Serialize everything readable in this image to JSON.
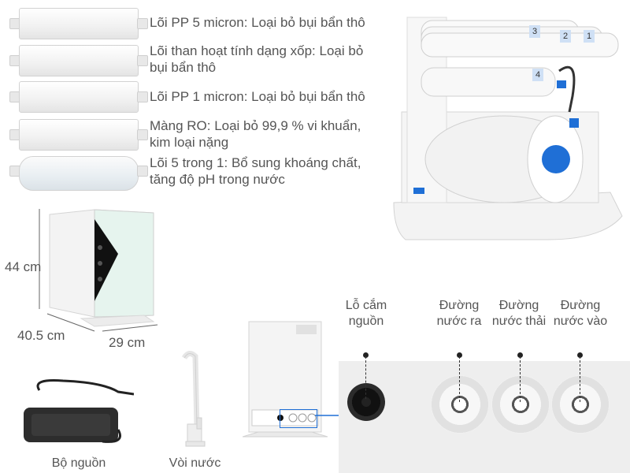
{
  "filters": [
    {
      "label": "Lõi PP 5 micron: Loại bỏ bụi bẩn thô"
    },
    {
      "label": "Lõi than hoạt tính dạng xốp: Loại bỏ bụi bẩn thô"
    },
    {
      "label": "Lõi PP 1 micron: Loại bỏ bụi bẩn thô"
    },
    {
      "label": "Màng RO: Loại bỏ 99,9 % vi khuẩn, kim loại nặng"
    },
    {
      "label": "Lõi 5 trong 1: Bổ sung khoáng chất, tăng độ pH trong nước"
    }
  ],
  "dimensions": {
    "height": "44 cm",
    "depth": "40.5 cm",
    "width": "29 cm"
  },
  "accessories": {
    "power_supply": "Bộ nguồn",
    "faucet": "Vòi nước"
  },
  "ports": {
    "power_socket": "Lỗ cắm nguồn",
    "water_out": "Đường nước ra",
    "waste_water": "Đường nước thải",
    "water_in": "Đường nước vào"
  },
  "cartridge_numbers": [
    "3",
    "2",
    "1",
    "4"
  ],
  "colors": {
    "accent_blue": "#1f6fd6",
    "text": "#555555",
    "panel_bg": "#eeeeee"
  }
}
